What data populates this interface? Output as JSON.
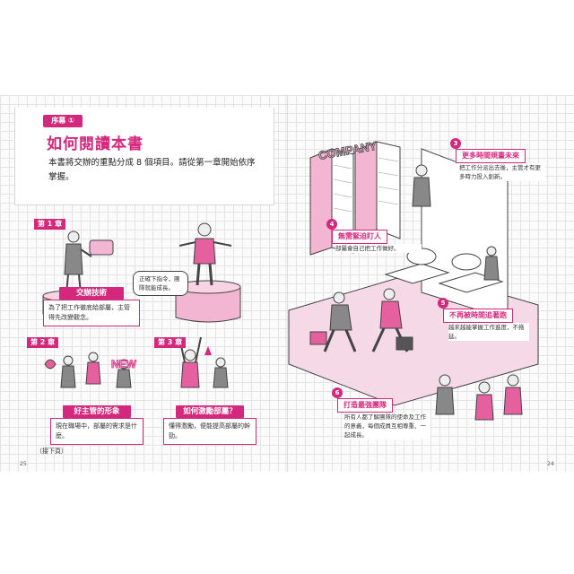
{
  "left_page": {
    "chapter_tag": "序幕 ①",
    "title": "如何閱讀本書",
    "intro": "本書將交辦的重點分成 8 個項目。請從第一章開始依序掌握。",
    "ch1": {
      "tag": "第 1 章",
      "label": "交辦技術",
      "text": "為了把工作徹底給部屬，主管得先改變觀念。",
      "bubble": "正確下指令，團隊就能成長。"
    },
    "ch2": {
      "tag": "第 2 章",
      "label": "好主管的形象",
      "text": "現在職場中，部屬的需求是什麼。",
      "sign": "NEW"
    },
    "ch3": {
      "tag": "第 3 章",
      "label": "如何激勵部屬？",
      "text": "懂得激勵，便能提高部屬的幹勁。"
    },
    "continued": "（接下頁）",
    "page_number": "25"
  },
  "right_page": {
    "building_sign": "COMPANY",
    "items": [
      {
        "num": "3",
        "label": "更多時間規畫未來",
        "text": "把工作分派出去後，主管才有更多時力投入創新。"
      },
      {
        "num": "4",
        "label": "無需緊迫盯人",
        "text": "部屬會自己把工作做好。"
      },
      {
        "num": "5",
        "label": "不再被時間追著跑",
        "text": "越來越能掌握工作進度，不拖延。"
      },
      {
        "num": "6",
        "label": "打造最強團隊",
        "text": "所有人都了解團隊的使命及工作的意義，每個成員互相尊重、一起成長。"
      }
    ],
    "page_number": "24"
  },
  "colors": {
    "accent": "#d4287d",
    "accent_light": "#f2b5d2",
    "ink": "#333333"
  }
}
